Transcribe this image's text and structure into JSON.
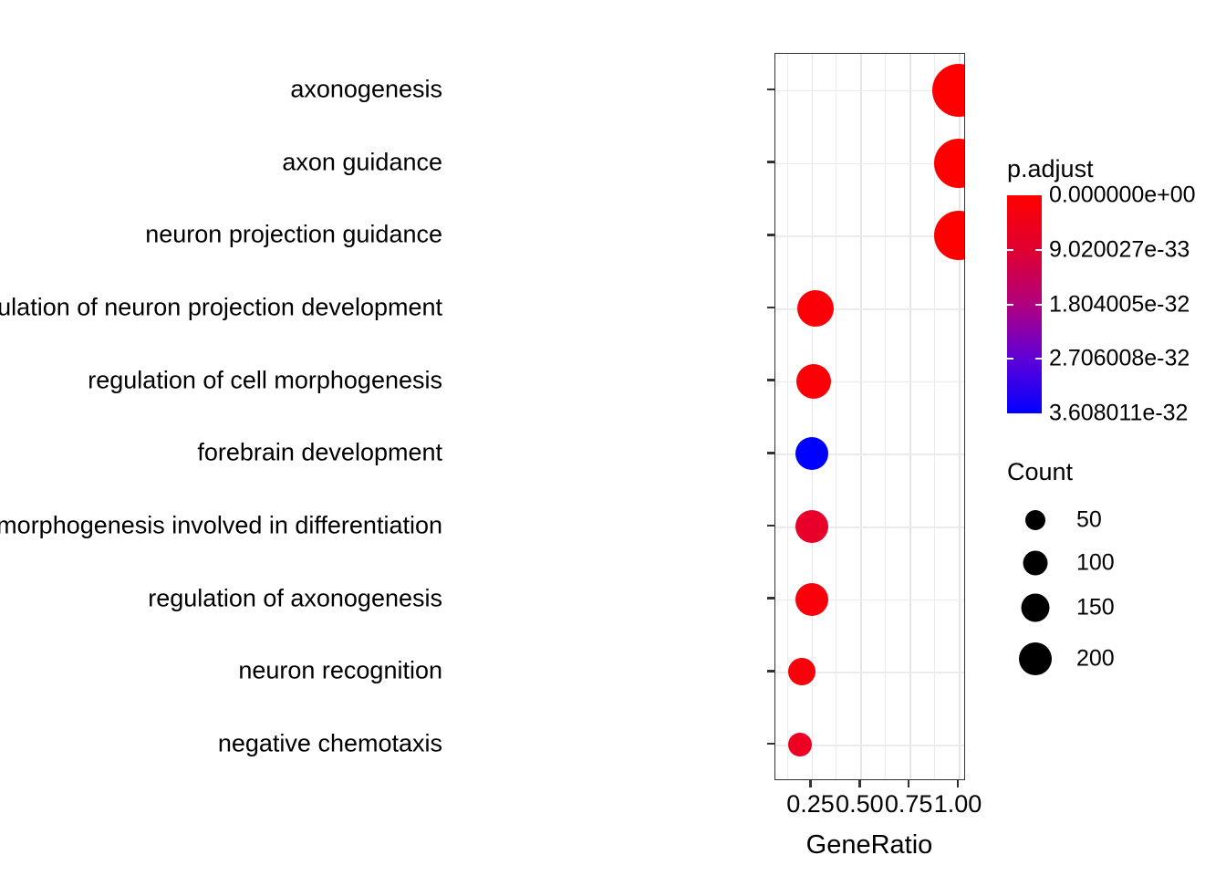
{
  "chart_data": {
    "type": "scatter",
    "title": "",
    "subtitle": "",
    "xlabel": "GeneRatio",
    "ylabel": "",
    "xlim": [
      0.11,
      1.085
    ],
    "x_ticks": [
      0.25,
      0.5,
      0.75,
      1.0
    ],
    "x_tick_labels": [
      "0.25",
      "0.50",
      "0.75",
      "1.00"
    ],
    "grid": true,
    "legend_position": "right",
    "categories": [
      "axonogenesis",
      "axon guidance",
      "neuron projection guidance",
      "regulation of neuron projection development",
      "regulation of cell morphogenesis",
      "forebrain development",
      "regulation of cell morphogenesis involved in differentiation",
      "regulation of axonogenesis",
      "neuron recognition",
      "negative chemotaxis"
    ],
    "points": [
      {
        "term": "axonogenesis",
        "gene_ratio": 1.0,
        "count": 232,
        "p_adjust": 0.0,
        "color": "#FF0000",
        "radius_px": 29
      },
      {
        "term": "axon guidance",
        "gene_ratio": 1.0,
        "count": 214,
        "p_adjust": 0.0,
        "color": "#FF0000",
        "radius_px": 27
      },
      {
        "term": "neuron projection guidance",
        "gene_ratio": 1.0,
        "count": 214,
        "p_adjust": 0.0,
        "color": "#FF0000",
        "radius_px": 27
      },
      {
        "term": "regulation of neuron projection development",
        "gene_ratio": 0.27,
        "count": 130,
        "p_adjust": 2e-33,
        "color": "#FC0007",
        "radius_px": 20
      },
      {
        "term": "regulation of cell morphogenesis",
        "gene_ratio": 0.26,
        "count": 118,
        "p_adjust": 3e-33,
        "color": "#FC0008",
        "radius_px": 19
      },
      {
        "term": "forebrain development",
        "gene_ratio": 0.25,
        "count": 110,
        "p_adjust": 3.608011e-32,
        "color": "#0000FF",
        "radius_px": 18
      },
      {
        "term": "regulation of cell morphogenesis involved in differentiation",
        "gene_ratio": 0.25,
        "count": 104,
        "p_adjust": 5e-33,
        "color": "#E8002B",
        "radius_px": 18
      },
      {
        "term": "regulation of axonogenesis",
        "gene_ratio": 0.25,
        "count": 106,
        "p_adjust": 1e-33,
        "color": "#FA000B",
        "radius_px": 18
      },
      {
        "term": "neuron recognition",
        "gene_ratio": 0.2,
        "count": 82,
        "p_adjust": 1e-33,
        "color": "#FB0009",
        "radius_px": 15
      },
      {
        "term": "negative chemotaxis",
        "gene_ratio": 0.19,
        "count": 68,
        "p_adjust": 4e-33,
        "color": "#EE0022",
        "radius_px": 13
      }
    ],
    "color_legend": {
      "title": "p.adjust",
      "labels": [
        "0.000000e+00",
        "9.020027e-33",
        "1.804005e-32",
        "2.706008e-32",
        "3.608011e-32"
      ],
      "values": [
        0.0,
        9.020027e-33,
        1.804005e-32,
        2.706008e-32,
        3.608011e-32
      ],
      "high_color": "#FF0000",
      "low_color": "#0000FF"
    },
    "size_legend": {
      "title": "Count",
      "labels": [
        "50",
        "100",
        "150",
        "200"
      ],
      "values": [
        50,
        100,
        150,
        200
      ],
      "dot_color": "#000000"
    }
  },
  "axis": {
    "x_title": "GeneRatio",
    "x_tick_labels": [
      "0.25",
      "0.50",
      "0.75",
      "1.00"
    ],
    "y_tick_labels": [
      "axonogenesis",
      "axon guidance",
      "neuron projection guidance",
      "regulation of neuron projection development",
      "regulation of cell morphogenesis",
      "forebrain development",
      "regulation of cell morphogenesis involved in differentiation",
      "regulation of axonogenesis",
      "neuron recognition",
      "negative chemotaxis"
    ]
  },
  "legends": {
    "padjust": {
      "title": "p.adjust",
      "labels": [
        "0.000000e+00",
        "9.020027e-33",
        "1.804005e-32",
        "2.706008e-32",
        "3.608011e-32"
      ]
    },
    "count": {
      "title": "Count",
      "labels": [
        "50",
        "100",
        "150",
        "200"
      ]
    }
  }
}
